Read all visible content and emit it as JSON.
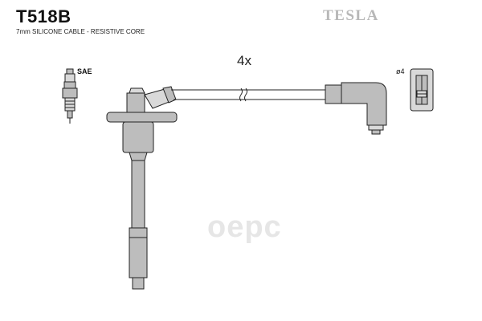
{
  "product": {
    "code": "T518B",
    "spec": "7mm SILICONE CABLE - RESISTIVE CORE",
    "brand": "TESLA"
  },
  "diagram": {
    "quantity_label": "4x",
    "plug_label": "SAE",
    "terminal_label": "ø4"
  },
  "watermark": {
    "text": "оерс",
    "color": "#e6e6e6"
  },
  "colors": {
    "part_fill": "#bdbdbd",
    "outline": "#222222",
    "brand_gray": "#b8b8b8"
  }
}
